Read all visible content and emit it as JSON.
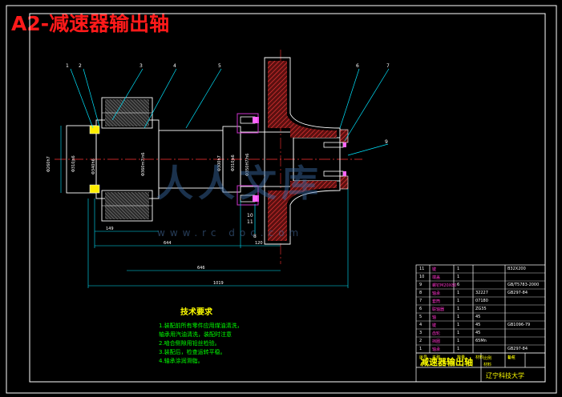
{
  "drawing": {
    "title": "A2-减速器输出轴",
    "watermark_text": "人人文库",
    "watermark_url": "www.rc      doc.com",
    "balloons": [
      "1",
      "2",
      "3",
      "4",
      "5",
      "6",
      "7",
      "8",
      "9",
      "10",
      "11"
    ],
    "dimensions": {
      "d149": "149",
      "d644": "644",
      "d646": "646",
      "d1019": "1019",
      "d120": "120",
      "dia1": "Φ260h7",
      "dia2": "Φ310js6",
      "dia3": "Φ340h6",
      "dia4": "Φ360m7/n6",
      "dia5": "Φ300h7",
      "dia6": "Φ310js6",
      "dia7": "Φ350H7/h6"
    },
    "notes": {
      "title": "技术要求",
      "items": [
        "1.装配前所有零件应用煤油清洗，",
        "  轴承用汽油清洗，装配时注意",
        "2.啮合侧隙用铅丝检验。",
        "3.装配后，检查运转平稳。",
        "4.轴承涂润滑脂。"
      ]
    },
    "title_block": {
      "name": "减速器输出轴",
      "school": "辽宁科技大学",
      "scale_label": "比例",
      "scale_value": "1:4",
      "material_label": "材料",
      "rows": [
        {
          "no": "11",
          "name": "键",
          "qty": "1",
          "mat": "",
          "std": "B32X200"
        },
        {
          "no": "10",
          "name": "端盖",
          "qty": "1",
          "mat": "",
          "std": ""
        },
        {
          "no": "9",
          "name": "螺钉M20X80",
          "qty": "6",
          "mat": "",
          "std": "GB/T5783-2000"
        },
        {
          "no": "8",
          "name": "轴承",
          "qty": "1",
          "mat": "32227",
          "std": "GB297-84"
        },
        {
          "no": "7",
          "name": "套筒",
          "qty": "1",
          "mat": "07180",
          "std": ""
        },
        {
          "no": "6",
          "name": "联轴器",
          "qty": "1",
          "mat": "ZG35",
          "std": ""
        },
        {
          "no": "5",
          "name": "轴",
          "qty": "1",
          "mat": "45",
          "std": ""
        },
        {
          "no": "4",
          "name": "键",
          "qty": "1",
          "mat": "45",
          "std": "GB1096-79"
        },
        {
          "no": "3",
          "name": "齿轮",
          "qty": "1",
          "mat": "45",
          "std": ""
        },
        {
          "no": "2",
          "name": "挡圈",
          "qty": "1",
          "mat": "65Mn",
          "std": ""
        },
        {
          "no": "1",
          "name": "轴承",
          "qty": "1",
          "mat": "",
          "std": "GB297-84"
        }
      ],
      "header": {
        "no": "序号",
        "name": "名称",
        "qty": "数量",
        "mat": "材料",
        "std": "备注"
      }
    }
  }
}
